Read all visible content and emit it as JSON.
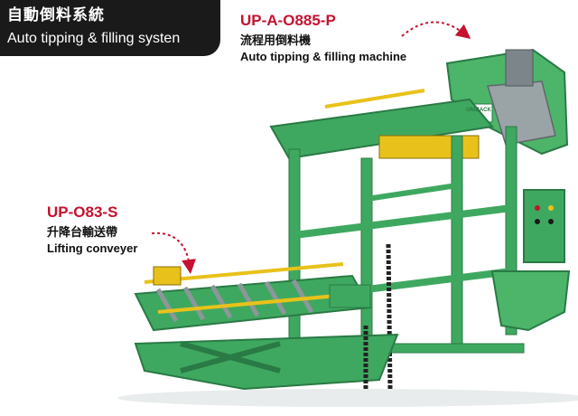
{
  "banner": {
    "title_cn": "自動倒料系統",
    "title_en": "Auto tipping & filling systen"
  },
  "machine": {
    "model": "UP-A-O885-P",
    "name_cn": "流程用倒料機",
    "name_en": "Auto tipping & filling machine",
    "brand": "UNIBACK"
  },
  "conveyor": {
    "model": "UP-O83-S",
    "name_cn": "升降台輸送帶",
    "name_en": "Lifting conveyer"
  },
  "colors": {
    "frame_green": "#3fa860",
    "frame_dark": "#2a7a45",
    "accent_yellow": "#e8c21a",
    "label_red": "#c4122f",
    "arrow_red": "#c4122f"
  }
}
